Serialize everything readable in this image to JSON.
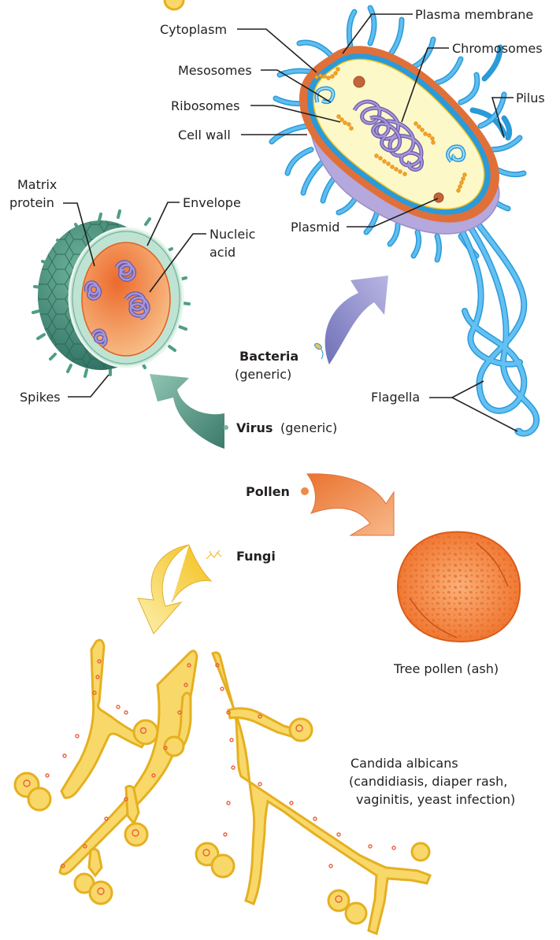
{
  "diagram": {
    "title": "Common allergens / pathogens",
    "bacteria": {
      "labels": {
        "cytoplasm": "Cytoplasm",
        "plasma_membrane": "Plasma membrane",
        "chromosomes": "Chromosomes",
        "mesosomes": "Mesosomes",
        "ribosomes": "Ribosomes",
        "cell_wall": "Cell wall",
        "pilus": "Pilus",
        "plasmid": "Plasmid",
        "flagella": "Flagella"
      },
      "caption_name": "Bacteria",
      "caption_sub": "(generic)",
      "arrow_color": "#8a86c8"
    },
    "virus": {
      "labels": {
        "matrix_protein_line1": "Matrix",
        "matrix_protein_line2": "protein",
        "envelope": "Envelope",
        "nucleic_acid_line1": "Nucleic",
        "nucleic_acid_line2": "acid",
        "spikes": "Spikes"
      },
      "caption_name": "Virus",
      "caption_sub": "(generic)",
      "arrow_color": "#4f8f7c"
    },
    "pollen": {
      "caption_name": "Pollen",
      "image_caption": "Tree pollen (ash)",
      "arrow_color": "#ee8a48"
    },
    "fungi": {
      "caption_name": "Fungi",
      "image_caption_line1": "Candida albicans",
      "image_caption_line2": "(candidiasis, diaper rash,",
      "image_caption_line3": "vaginitis, yeast infection)",
      "arrow_color": "#f6c940"
    },
    "colors": {
      "cell_wall": "#b4a8dc",
      "outer_membrane": "#e0703a",
      "cytoplasm": "#fdf8c8",
      "pilus": "#2a9ad8",
      "virus_shell": "#3f8a78",
      "virus_envelope": "#bfe3d2",
      "virus_core": "#f08a4a",
      "pollen": "#f07a30",
      "hyphae": "#f9d86a"
    }
  }
}
